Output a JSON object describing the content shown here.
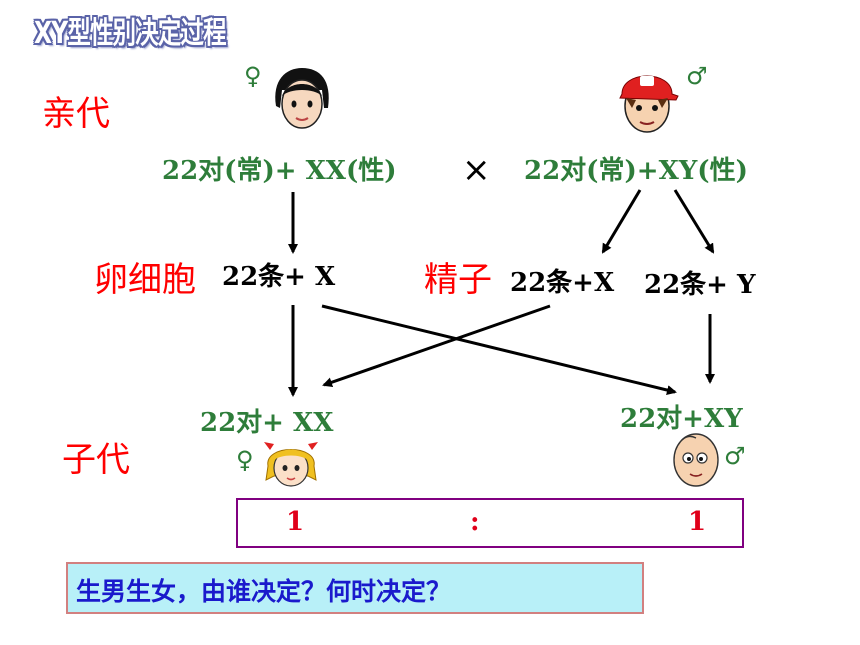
{
  "title": "XY型性别决定过程",
  "labels": {
    "parents": "亲代",
    "egg": "卵细胞",
    "sperm": "精子",
    "offspring": "子代"
  },
  "symbols": {
    "female": "♀",
    "male": "♂",
    "cross": "×"
  },
  "parents": {
    "mother": "22对(常)+ XX(性)",
    "father": "22对(常)+XY(性)"
  },
  "gametes": {
    "egg": "22条+ X",
    "sperm_x": "22条+X",
    "sperm_y": "22条+ Y"
  },
  "offspring": {
    "daughter": "22对+ XX",
    "son": "22对+XY"
  },
  "ratio": {
    "left": "1",
    "separator": ":",
    "right": "1"
  },
  "question": "生男生女，由谁决定？何时决定？",
  "colors": {
    "label_red": "#ff0000",
    "genotype_green": "#2e7d3a",
    "ratio_red": "#e0001a",
    "ratio_border": "#800080",
    "question_bg": "#b8f0f8",
    "question_text": "#1a1acc"
  }
}
